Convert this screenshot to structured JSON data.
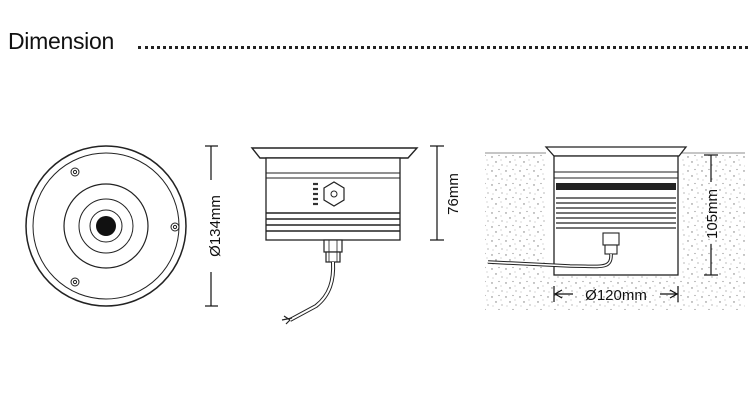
{
  "section": {
    "title": "Dimension"
  },
  "dimensions": {
    "diameter_front": "Ø134mm",
    "height_side": "76mm",
    "height_installed": "105mm",
    "diameter_installed": "Ø120mm"
  }
}
